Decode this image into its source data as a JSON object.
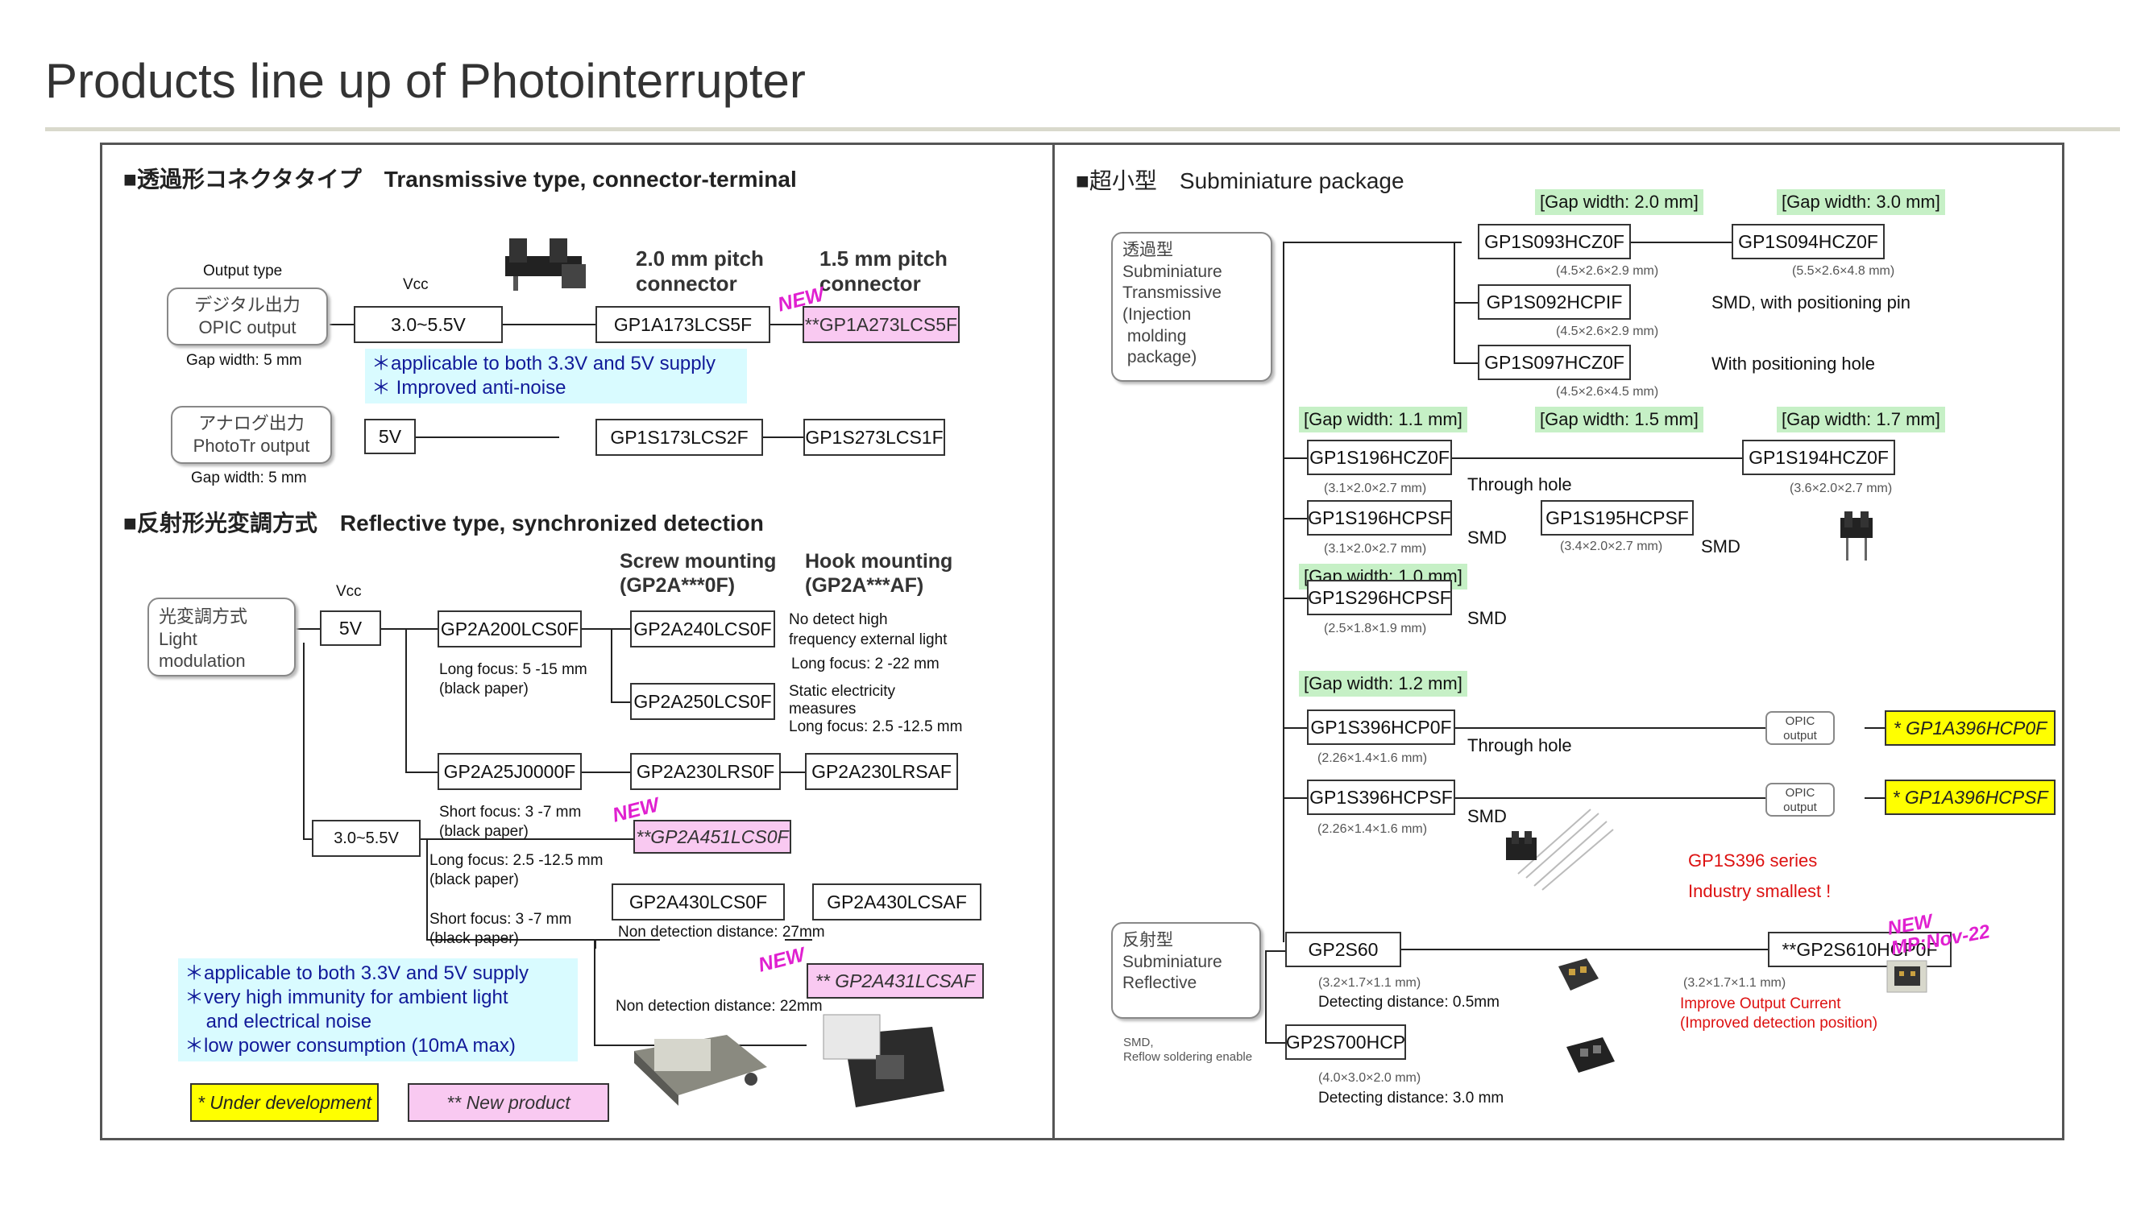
{
  "page": {
    "title": "Products line up of Photointerrupter"
  },
  "left": {
    "transmissive": {
      "heading": "■透過形コネクタタイプ　Transmissive type, connector-terminal",
      "col_output": "Output type",
      "col_vcc": "Vcc",
      "col_20": "2.0 mm pitch\nconnector",
      "col_15": "1.5 mm pitch\nconnector",
      "opic_label": "デジタル出力\nOPIC output",
      "opic_gap": "Gap width: 5 mm",
      "vcc1": "3.0~5.5V",
      "p1": "GP1A173LCS5F",
      "p1_new": "**GP1A273LCS5F",
      "note": "＊applicable to both 3.3V and 5V supply\n＊ Improved anti-noise",
      "analog_label": "アナログ出力\nPhotoTr output",
      "analog_gap": "Gap width: 5 mm",
      "vcc2": "5V",
      "p2": "GP1S173LCS2F",
      "p2b": "GP1S273LCS1F"
    },
    "reflective": {
      "heading": "■反射形光変調方式　Reflective type, synchronized detection",
      "col_screw": "Screw mounting\n(GP2A***0F)",
      "col_hook": "Hook mounting\n(GP2A***AF)",
      "col_vcc": "Vcc",
      "light_label": "光変調方式\nLight\nmodulation",
      "vcc_5v": "5V",
      "vcc_33": "3.0~5.5V",
      "p_200": "GP2A200LCS0F",
      "p_240": "GP2A240LCS0F",
      "n_240": "No detect high\nfrequency external light",
      "n_240b": "Long focus: 2 -22 mm",
      "n_200": "Long focus: 5 -15 mm\n(black paper)",
      "p_250": "GP2A250LCS0F",
      "n_250": "Static electricity\nmeasures\nLong focus: 2.5 -12.5 mm",
      "p_25j": "GP2A25J0000F",
      "p_230": "GP2A230LRS0F",
      "p_230a": "GP2A230LRSAF",
      "n_25j": "Short focus: 3 -7 mm\n(black paper)",
      "p_451": "**GP2A451LCS0F",
      "n_451": "Long focus: 2.5 -12.5 mm\n(black paper)",
      "n_430": "Short focus: 3 -7 mm\n(black paper)",
      "p_430": "GP2A430LCS0F",
      "p_430a": "GP2A430LCSAF",
      "n_430b": "Non detection distance: 27mm",
      "p_431": "** GP2A431LCSAF",
      "n_431": "Non detection distance: 22mm",
      "note": "＊applicable to both 3.3V and 5V supply\n＊very high immunity for ambient light\n    and electrical noise\n＊low power consumption (10mA max)"
    },
    "legend": {
      "under_dev": "* Under development",
      "new_product": "** New product"
    },
    "new_tag": "NEW"
  },
  "right": {
    "heading": "■超小型　Subminiature package",
    "trans_label": "透過型\nSubminiature\nTransmissive\n(Injection\n molding\n package)",
    "gap20": "[Gap width: 2.0 mm]",
    "gap30": "[Gap width: 3.0 mm]",
    "p_093": "GP1S093HCZ0F",
    "d_093": "(4.5×2.6×2.9 mm)",
    "p_094": "GP1S094HCZ0F",
    "d_094": "(5.5×2.6×4.8 mm)",
    "p_092": "GP1S092HCPIF",
    "d_092": "(4.5×2.6×2.9 mm)",
    "n_092": "SMD, with positioning pin",
    "p_097": "GP1S097HCZ0F",
    "d_097": "(4.5×2.6×4.5 mm)",
    "n_097": "With positioning hole",
    "gap11": "[Gap width: 1.1 mm]",
    "gap15": "[Gap width: 1.5 mm]",
    "gap17": "[Gap width: 1.7 mm]",
    "p_196": "GP1S196HCZ0F",
    "d_196": "(3.1×2.0×2.7 mm)",
    "n_196": "Through hole",
    "p_194": "GP1S194HCZ0F",
    "d_194": "(3.6×2.0×2.7 mm)",
    "p_196s": "GP1S196HCPSF",
    "d_196s": "(3.1×2.0×2.7 mm)",
    "n_196s": "SMD",
    "p_195": "GP1S195HCPSF",
    "d_195": "(3.4×2.0×2.7 mm)",
    "n_195": "SMD",
    "gap10": "[Gap width: 1.0 mm]",
    "p_296": "GP1S296HCPSF",
    "d_296": "(2.5×1.8×1.9 mm)",
    "n_296": "SMD",
    "gap12": "[Gap width: 1.2 mm]",
    "p_396": "GP1S396HCP0F",
    "d_396": "(2.26×1.4×1.6 mm)",
    "n_396": "Through hole",
    "opic": "OPIC\noutput",
    "p_1a396": "* GP1A396HCP0F",
    "p_396s": "GP1S396HCPSF",
    "d_396s": "(2.26×1.4×1.6 mm)",
    "n_396s": "SMD",
    "p_1a396s": "* GP1A396HCPSF",
    "series": "GP1S396 series",
    "smallest": "Industry smallest !",
    "refl_label": "反射型\nSubminiature\nReflective",
    "refl_note": "SMD,\nReflow soldering enable",
    "p_s60": "GP2S60",
    "d_s60": "(3.2×1.7×1.1 mm)",
    "n_s60": "Detecting distance: 0.5mm",
    "p_610": "**GP2S610HCP0F",
    "d_610": "(3.2×1.7×1.1 mm)",
    "n_610": "Improve Output Current\n(Improved detection position)",
    "new_mp": "NEW\nMP:Nov-22",
    "p_700": "GP2S700HCP",
    "d_700": "(4.0×3.0×2.0 mm)",
    "n_700": "Detecting distance: 3.0 mm"
  }
}
